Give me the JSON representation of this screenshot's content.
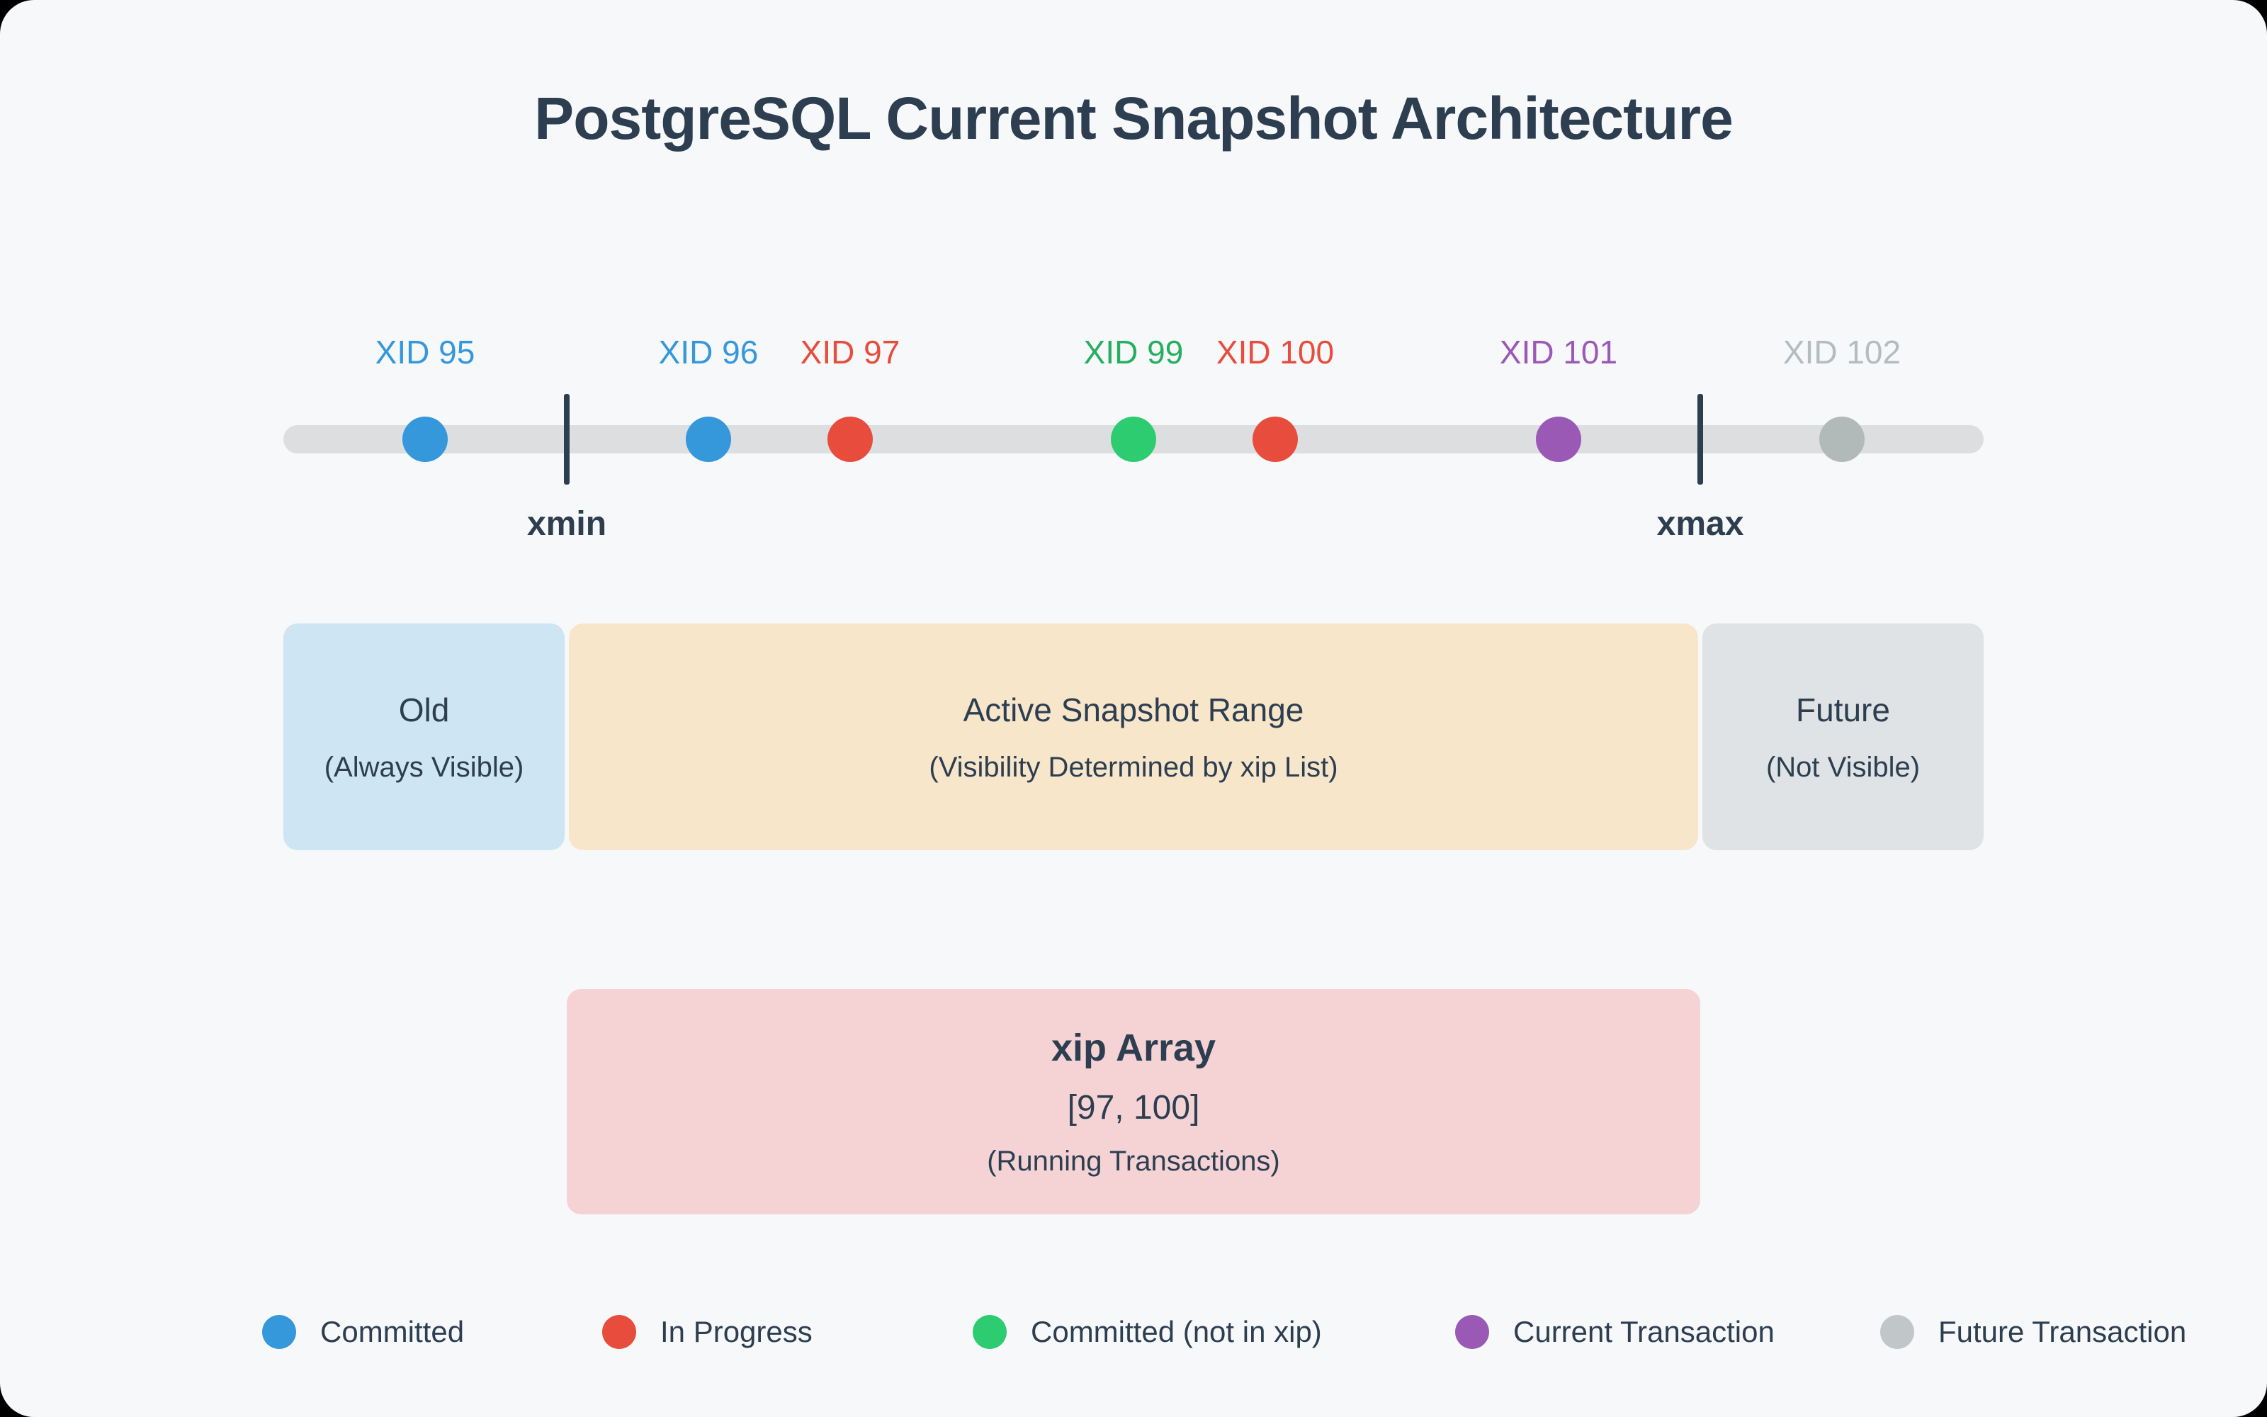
{
  "title": "PostgreSQL Current Snapshot Architecture",
  "colors": {
    "background": "#f7f8fa",
    "timeline_bar": "#dcdee0",
    "dark_text": "#2c3e50",
    "committed": "#3498db",
    "in_progress": "#e74c3c",
    "committed_not_in_xip": "#2ecc71",
    "current_transaction": "#9b59b6",
    "future_transaction": "#b2bab9",
    "old_range": "#cee5f4",
    "active_range": "#f8e6cb",
    "future_range": "#dfe3e5",
    "xip_box": "#f5d3d5"
  },
  "timeline": {
    "xmin_label": "xmin",
    "xmax_label": "xmax",
    "xids": [
      {
        "label": "XID 95",
        "status": "committed"
      },
      {
        "label": "XID 96",
        "status": "committed"
      },
      {
        "label": "XID 97",
        "status": "in-progress"
      },
      {
        "label": "XID 99",
        "status": "committed-not-in-xip"
      },
      {
        "label": "XID 100",
        "status": "in-progress"
      },
      {
        "label": "XID 101",
        "status": "current-transaction"
      },
      {
        "label": "XID 102",
        "status": "future-transaction"
      }
    ]
  },
  "ranges": [
    {
      "title": "Old",
      "subtitle": "(Always Visible)"
    },
    {
      "title": "Active Snapshot Range",
      "subtitle": "(Visibility Determined by xip List)"
    },
    {
      "title": "Future",
      "subtitle": "(Not Visible)"
    }
  ],
  "xip_array": {
    "title": "xip Array",
    "value": "[97, 100]",
    "subtitle": "(Running Transactions)"
  },
  "legend": [
    {
      "label": "Committed",
      "status": "committed"
    },
    {
      "label": "In Progress",
      "status": "in-progress"
    },
    {
      "label": "Committed (not in xip)",
      "status": "committed-not-in-xip"
    },
    {
      "label": "Current Transaction",
      "status": "current-transaction"
    },
    {
      "label": "Future Transaction",
      "status": "future-transaction"
    }
  ]
}
